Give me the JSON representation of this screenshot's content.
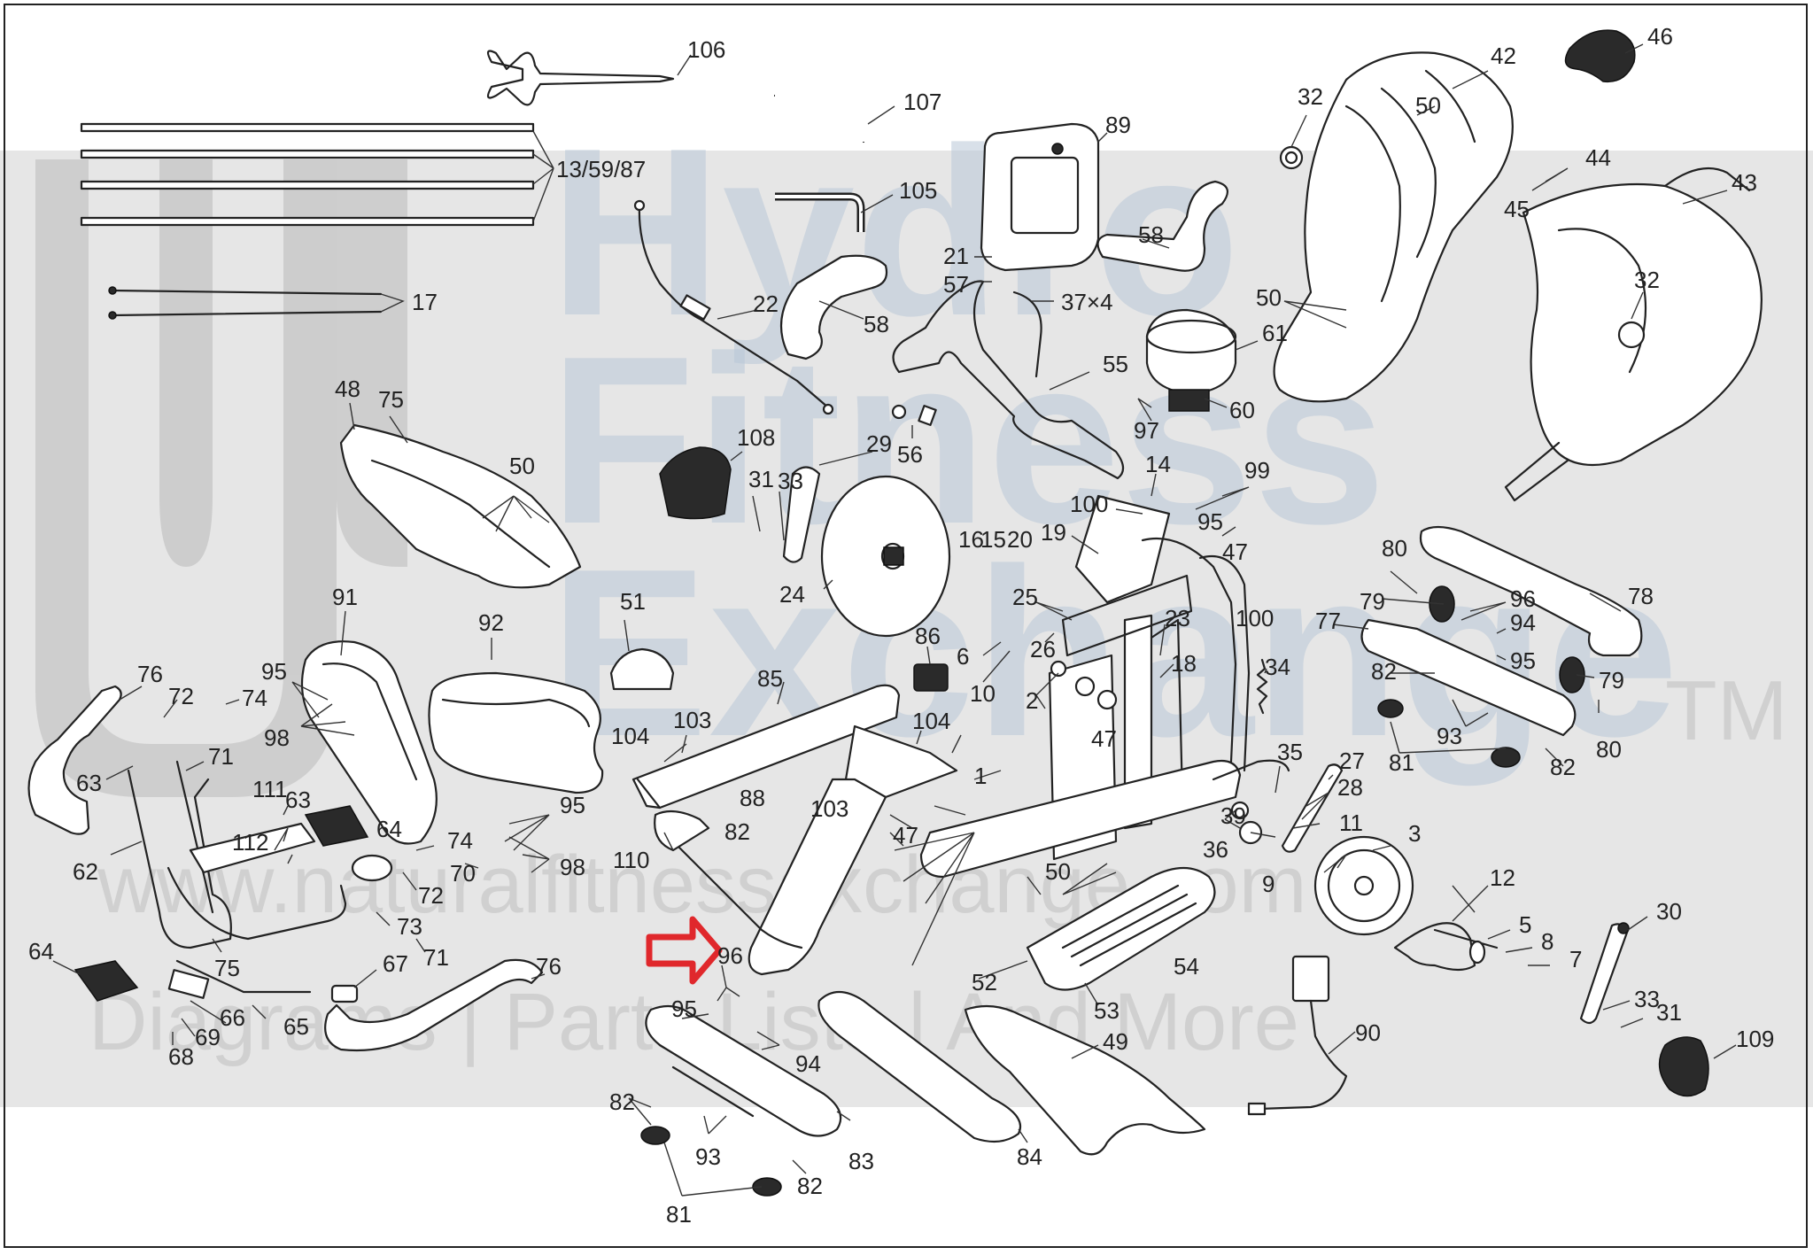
{
  "watermark": {
    "brand_lines": [
      "Hydro",
      "Fitness",
      "Exchange"
    ],
    "trademark": "TM",
    "website": "www.naturalfitnessexchange.com",
    "tagline": "Diagrams | Parts Lists | And More"
  },
  "callout": {
    "target_label": "96",
    "color": "#e0282c"
  },
  "labels": [
    {
      "id": "106",
      "text": "106"
    },
    {
      "id": "107",
      "text": "107"
    },
    {
      "id": "105",
      "text": "105"
    },
    {
      "id": "13-59-87",
      "text": "13/59/87"
    },
    {
      "id": "17",
      "text": "17"
    },
    {
      "id": "22",
      "text": "22"
    },
    {
      "id": "58a",
      "text": "58"
    },
    {
      "id": "58b",
      "text": "58"
    },
    {
      "id": "89",
      "text": "89"
    },
    {
      "id": "21",
      "text": "21"
    },
    {
      "id": "57",
      "text": "57"
    },
    {
      "id": "37x4",
      "text": "37×4"
    },
    {
      "id": "55",
      "text": "55"
    },
    {
      "id": "56",
      "text": "56"
    },
    {
      "id": "32a",
      "text": "32"
    },
    {
      "id": "42",
      "text": "42"
    },
    {
      "id": "46",
      "text": "46"
    },
    {
      "id": "50a",
      "text": "50"
    },
    {
      "id": "44",
      "text": "44"
    },
    {
      "id": "45",
      "text": "45"
    },
    {
      "id": "43",
      "text": "43"
    },
    {
      "id": "32b",
      "text": "32"
    },
    {
      "id": "50b",
      "text": "50"
    },
    {
      "id": "61",
      "text": "61"
    },
    {
      "id": "60",
      "text": "60"
    },
    {
      "id": "97",
      "text": "97"
    },
    {
      "id": "48",
      "text": "48"
    },
    {
      "id": "75a",
      "text": "75"
    },
    {
      "id": "50c",
      "text": "50"
    },
    {
      "id": "108",
      "text": "108"
    },
    {
      "id": "31a",
      "text": "31"
    },
    {
      "id": "33a",
      "text": "33"
    },
    {
      "id": "29",
      "text": "29"
    },
    {
      "id": "24",
      "text": "24"
    },
    {
      "id": "14",
      "text": "14"
    },
    {
      "id": "99",
      "text": "99"
    },
    {
      "id": "100a",
      "text": "100"
    },
    {
      "id": "95a",
      "text": "95"
    },
    {
      "id": "47a",
      "text": "47"
    },
    {
      "id": "16",
      "text": "16"
    },
    {
      "id": "15",
      "text": "15"
    },
    {
      "id": "20",
      "text": "20"
    },
    {
      "id": "19",
      "text": "19"
    },
    {
      "id": "25",
      "text": "25"
    },
    {
      "id": "26",
      "text": "26"
    },
    {
      "id": "23",
      "text": "23"
    },
    {
      "id": "100b",
      "text": "100"
    },
    {
      "id": "18",
      "text": "18"
    },
    {
      "id": "6",
      "text": "6"
    },
    {
      "id": "10",
      "text": "10"
    },
    {
      "id": "2",
      "text": "2"
    },
    {
      "id": "80a",
      "text": "80"
    },
    {
      "id": "78",
      "text": "78"
    },
    {
      "id": "79a",
      "text": "79"
    },
    {
      "id": "96a",
      "text": "96"
    },
    {
      "id": "77",
      "text": "77"
    },
    {
      "id": "94a",
      "text": "94"
    },
    {
      "id": "95b",
      "text": "95"
    },
    {
      "id": "82a",
      "text": "82"
    },
    {
      "id": "79b",
      "text": "79"
    },
    {
      "id": "80b",
      "text": "80"
    },
    {
      "id": "93a",
      "text": "93"
    },
    {
      "id": "81a",
      "text": "81"
    },
    {
      "id": "82b",
      "text": "82"
    },
    {
      "id": "91",
      "text": "91"
    },
    {
      "id": "92",
      "text": "92"
    },
    {
      "id": "51",
      "text": "51"
    },
    {
      "id": "86",
      "text": "86"
    },
    {
      "id": "34",
      "text": "34"
    },
    {
      "id": "76a",
      "text": "76"
    },
    {
      "id": "72a",
      "text": "72"
    },
    {
      "id": "74a",
      "text": "74"
    },
    {
      "id": "95c",
      "text": "95"
    },
    {
      "id": "98a",
      "text": "98"
    },
    {
      "id": "71a",
      "text": "71"
    },
    {
      "id": "63a",
      "text": "63"
    },
    {
      "id": "85",
      "text": "85"
    },
    {
      "id": "103a",
      "text": "103"
    },
    {
      "id": "104a",
      "text": "104"
    },
    {
      "id": "104b",
      "text": "104"
    },
    {
      "id": "47b",
      "text": "47"
    },
    {
      "id": "35",
      "text": "35"
    },
    {
      "id": "27",
      "text": "27"
    },
    {
      "id": "28",
      "text": "28"
    },
    {
      "id": "1",
      "text": "1"
    },
    {
      "id": "39",
      "text": "39"
    },
    {
      "id": "11",
      "text": "11"
    },
    {
      "id": "36",
      "text": "36"
    },
    {
      "id": "3",
      "text": "3"
    },
    {
      "id": "111",
      "text": "111"
    },
    {
      "id": "63b",
      "text": "63"
    },
    {
      "id": "112",
      "text": "112"
    },
    {
      "id": "64a",
      "text": "64"
    },
    {
      "id": "74b",
      "text": "74"
    },
    {
      "id": "70",
      "text": "70"
    },
    {
      "id": "95d",
      "text": "95"
    },
    {
      "id": "98b",
      "text": "98"
    },
    {
      "id": "88",
      "text": "88"
    },
    {
      "id": "82c",
      "text": "82"
    },
    {
      "id": "103b",
      "text": "103"
    },
    {
      "id": "110",
      "text": "110"
    },
    {
      "id": "47c",
      "text": "47"
    },
    {
      "id": "50d",
      "text": "50"
    },
    {
      "id": "9",
      "text": "9"
    },
    {
      "id": "12",
      "text": "12"
    },
    {
      "id": "62",
      "text": "62"
    },
    {
      "id": "72b",
      "text": "72"
    },
    {
      "id": "73",
      "text": "73"
    },
    {
      "id": "71b",
      "text": "71"
    },
    {
      "id": "75b",
      "text": "75"
    },
    {
      "id": "5",
      "text": "5"
    },
    {
      "id": "8",
      "text": "8"
    },
    {
      "id": "7",
      "text": "7"
    },
    {
      "id": "30",
      "text": "30"
    },
    {
      "id": "64b",
      "text": "64"
    },
    {
      "id": "67",
      "text": "67"
    },
    {
      "id": "76b",
      "text": "76"
    },
    {
      "id": "96b",
      "text": "96"
    },
    {
      "id": "52",
      "text": "52"
    },
    {
      "id": "54",
      "text": "54"
    },
    {
      "id": "53",
      "text": "53"
    },
    {
      "id": "66",
      "text": "66"
    },
    {
      "id": "65",
      "text": "65"
    },
    {
      "id": "69",
      "text": "69"
    },
    {
      "id": "68",
      "text": "68"
    },
    {
      "id": "95e",
      "text": "95"
    },
    {
      "id": "94b",
      "text": "94"
    },
    {
      "id": "49",
      "text": "49"
    },
    {
      "id": "90",
      "text": "90"
    },
    {
      "id": "33b",
      "text": "33"
    },
    {
      "id": "31b",
      "text": "31"
    },
    {
      "id": "109",
      "text": "109"
    },
    {
      "id": "82d",
      "text": "82"
    },
    {
      "id": "93b",
      "text": "93"
    },
    {
      "id": "83",
      "text": "83"
    },
    {
      "id": "84",
      "text": "84"
    },
    {
      "id": "82e",
      "text": "82"
    },
    {
      "id": "81b",
      "text": "81"
    }
  ]
}
